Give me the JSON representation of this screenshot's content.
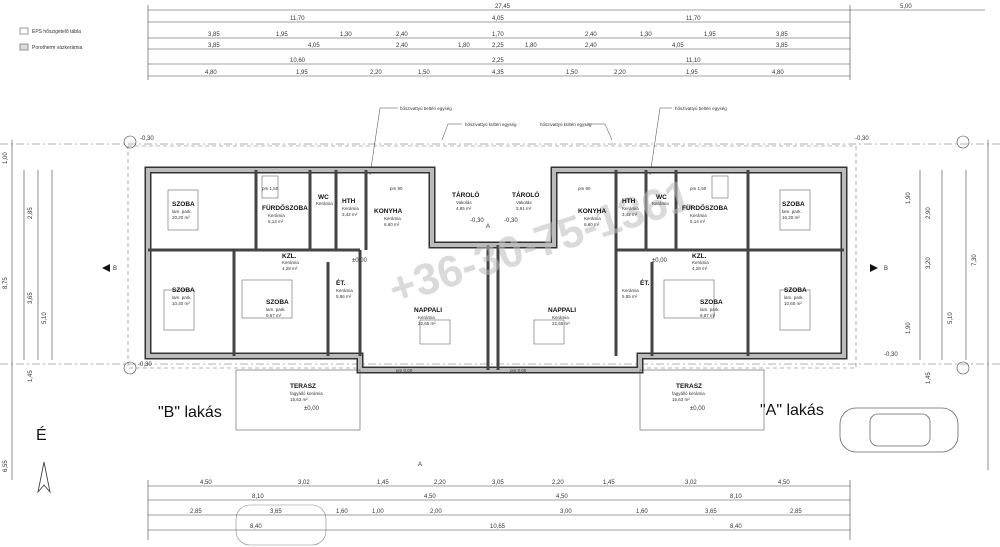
{
  "legend": {
    "item1": "EPS hőszigetelő tábla",
    "item2": "Porotherm vázkerámia"
  },
  "top_dims": {
    "overall": "27,45",
    "right_extra": "5,00",
    "row2": [
      "11,70",
      "4,05",
      "11,70"
    ],
    "row3": [
      "3,85",
      "1,95",
      "1,30",
      "2,40",
      "1,70",
      "2,40",
      "1,30",
      "1,95",
      "3,85"
    ],
    "row4": [
      "3,85",
      "4,05",
      "2,40",
      "1,80",
      "2,25",
      "1,80",
      "2,40",
      "4,05",
      "3,85"
    ],
    "row5": [
      "10,60",
      "2,25",
      "11,10"
    ],
    "row6": [
      "4,80",
      "1,95",
      "2,20",
      "1,50",
      "4,35",
      "1,50",
      "2,20",
      "1,95",
      "4,80"
    ]
  },
  "callouts": {
    "hp_inner_left": "hőszivattyú beltéri egység",
    "hp_outer_left": "hőszivattyú kültéri egység",
    "hp_outer_right": "hőszivattyú kültéri egység",
    "hp_inner_right": "hőszivattyú beltéri egység"
  },
  "levels": {
    "tl": "-0,30",
    "tr": "-0,30",
    "bl": "-0,30",
    "br": "-0,30",
    "center_l": "±0,00",
    "center_r": "±0,00",
    "store_l": "-0,30",
    "store_r": "-0,30",
    "terrace_l": "±0,00",
    "terrace_r": "±0,00"
  },
  "rooms_left": {
    "szoba_tl": {
      "name": "SZOBA",
      "sub": "lam. park.",
      "area": "20,20 m²"
    },
    "furdo": {
      "name": "FÜRDŐSZOBA",
      "sub": "Kerámia",
      "area": "5,14 m²"
    },
    "wc": {
      "name": "WC",
      "sub": "Kerámia",
      "area": ""
    },
    "hth": {
      "name": "HTH",
      "sub": "Kerámia",
      "area": "3,42 m²"
    },
    "konyha": {
      "name": "KONYHA",
      "sub": "Kerámia",
      "area": "6,60 m²"
    },
    "kzl": {
      "name": "KZL.",
      "sub": "Kerámia",
      "area": "4,28 m²"
    },
    "szoba_bl": {
      "name": "SZOBA",
      "sub": "lam. park.",
      "area": "10,40 m²"
    },
    "szoba_bm": {
      "name": "SZOBA",
      "sub": "lam. park.",
      "area": "9,67 m²"
    },
    "et": {
      "name": "ÉT.",
      "sub": "Kerámia",
      "area": "5,86 m²"
    },
    "nappali": {
      "name": "NAPPALI",
      "sub": "Kerámia",
      "area": "22,65 m²"
    },
    "tarolo": {
      "name": "TÁROLÓ",
      "sub": "Vakolás",
      "area": "4,85 m²"
    }
  },
  "rooms_right": {
    "tarolo": {
      "name": "TÁROLÓ",
      "sub": "Vakolás",
      "area": "3,91 m²"
    },
    "konyha": {
      "name": "KONYHA",
      "sub": "Kerámia",
      "area": "6,60 m²"
    },
    "hth": {
      "name": "HTH",
      "sub": "Kerámia",
      "area": "3,42 m²"
    },
    "wc": {
      "name": "WC",
      "sub": "Kerámia",
      "area": ""
    },
    "furdo": {
      "name": "FÜRDŐSZOBA",
      "sub": "Kerámia",
      "area": "5,14 m²"
    },
    "szoba_tr": {
      "name": "SZOBA",
      "sub": "lam. park.",
      "area": "16,20 m²"
    },
    "kzl": {
      "name": "KZL.",
      "sub": "Kerámia",
      "area": "4,28 m²"
    },
    "et": {
      "name": "ÉT.",
      "sub": "Kerámia",
      "area": "5,85 m²"
    },
    "szoba_bm": {
      "name": "SZOBA",
      "sub": "lam. park.",
      "area": "9,87 m²"
    },
    "szoba_br": {
      "name": "SZOBA",
      "sub": "lam. park.",
      "area": "10,60 m²"
    },
    "nappali": {
      "name": "NAPPALI",
      "sub": "Kerámia",
      "area": "22,65 m²"
    }
  },
  "terasz_left": {
    "name": "TERASZ",
    "sub": "fagyálló kerámia",
    "area": "15,63 m²"
  },
  "terasz_right": {
    "name": "TERASZ",
    "sub": "fagyálló kerámia",
    "area": "15,63 m²"
  },
  "unit_labels": {
    "b": "\"B\" lakás",
    "a": "\"A\" lakás"
  },
  "north": "É",
  "section_marks": {
    "b_left": "B",
    "b_right": "B",
    "a_top": "A",
    "a_bottom": "A"
  },
  "watermark": "+36-30-75-1361",
  "bottom_dims": {
    "row1": [
      "4,50",
      "3,02",
      "1,45",
      "2,20",
      "3,05",
      "2,20",
      "1,45",
      "3,02",
      "4,50"
    ],
    "row2": [
      "8,10",
      "4,50",
      "4,50",
      "8,10"
    ],
    "row3": [
      "2,85",
      "3,65",
      "1,60",
      "1,00",
      "2,00",
      "3,00",
      "1,60",
      "3,65",
      "2,85"
    ],
    "row4": [
      "8,40",
      "10,65",
      "8,40"
    ]
  },
  "side_left": [
    "1,00",
    "8,75",
    "2,85",
    "3,65",
    "5,10",
    "1,45",
    "6,55"
  ],
  "side_right": [
    "1,90",
    "2,90",
    "3,20",
    "7,30",
    "1,90",
    "5,10",
    "1,45"
  ],
  "door_labels": {
    "pm90": "pm 90",
    "pm150": "pm 1,50",
    "pm0": "pm 0,00"
  }
}
